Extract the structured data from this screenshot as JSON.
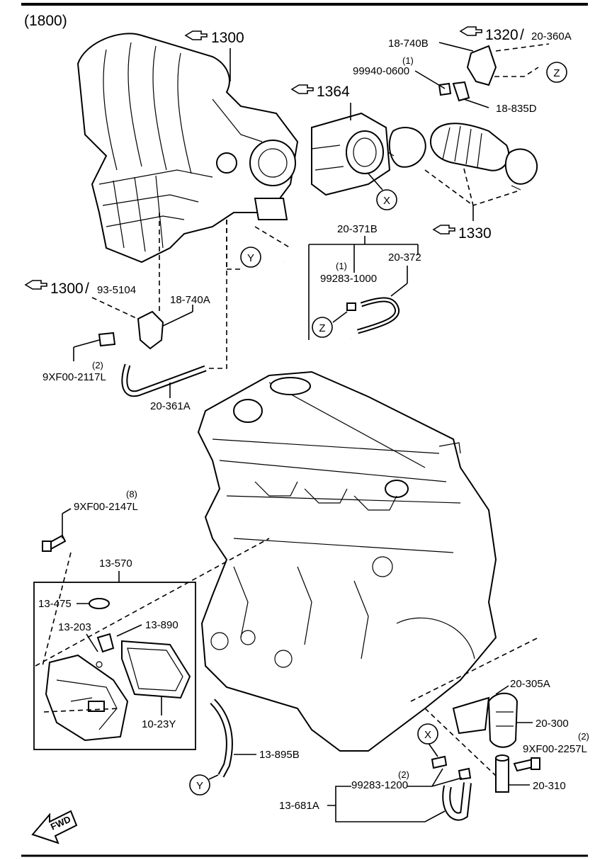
{
  "diagram": {
    "group_code": "(1800)",
    "fwd_label": "FWD",
    "references": {
      "r1300": "1300",
      "r1320": "1320",
      "r1320_sub": "20-360A",
      "r1364": "1364",
      "r1330": "1330",
      "r1300b": "1300",
      "r1300b_sub": "93-5104"
    },
    "callouts": {
      "z1": "Z",
      "x1": "X",
      "y1": "Y",
      "z2": "Z",
      "x2": "X",
      "y2": "Y"
    },
    "labels": {
      "p18_740B": "18-740B",
      "q99940_qty": "(1)",
      "p99940_0600": "99940-0600",
      "p18_835D": "18-835D",
      "p20_371B": "20-371B",
      "p20_372": "20-372",
      "q99283_1000_qty": "(1)",
      "p99283_1000": "99283-1000",
      "p18_740A": "18-740A",
      "q9xf00_2117_qty": "(2)",
      "p9xf00_2117L": "9XF00-2117L",
      "p20_361A": "20-361A",
      "q9xf00_2147_qty": "(8)",
      "p9xf00_2147L": "9XF00-2147L",
      "p13_570": "13-570",
      "p13_475": "13-475",
      "p13_203": "13-203",
      "p13_890": "13-890",
      "p10_23Y": "10-23Y",
      "p13_895B": "13-895B",
      "p20_305A": "20-305A",
      "p20_300": "20-300",
      "q9xf00_2257_qty": "(2)",
      "p9xf00_2257L": "9XF00-2257L",
      "q99283_1200_qty": "(2)",
      "p99283_1200": "99283-1200",
      "p20_310": "20-310",
      "p13_681A": "13-681A"
    }
  }
}
